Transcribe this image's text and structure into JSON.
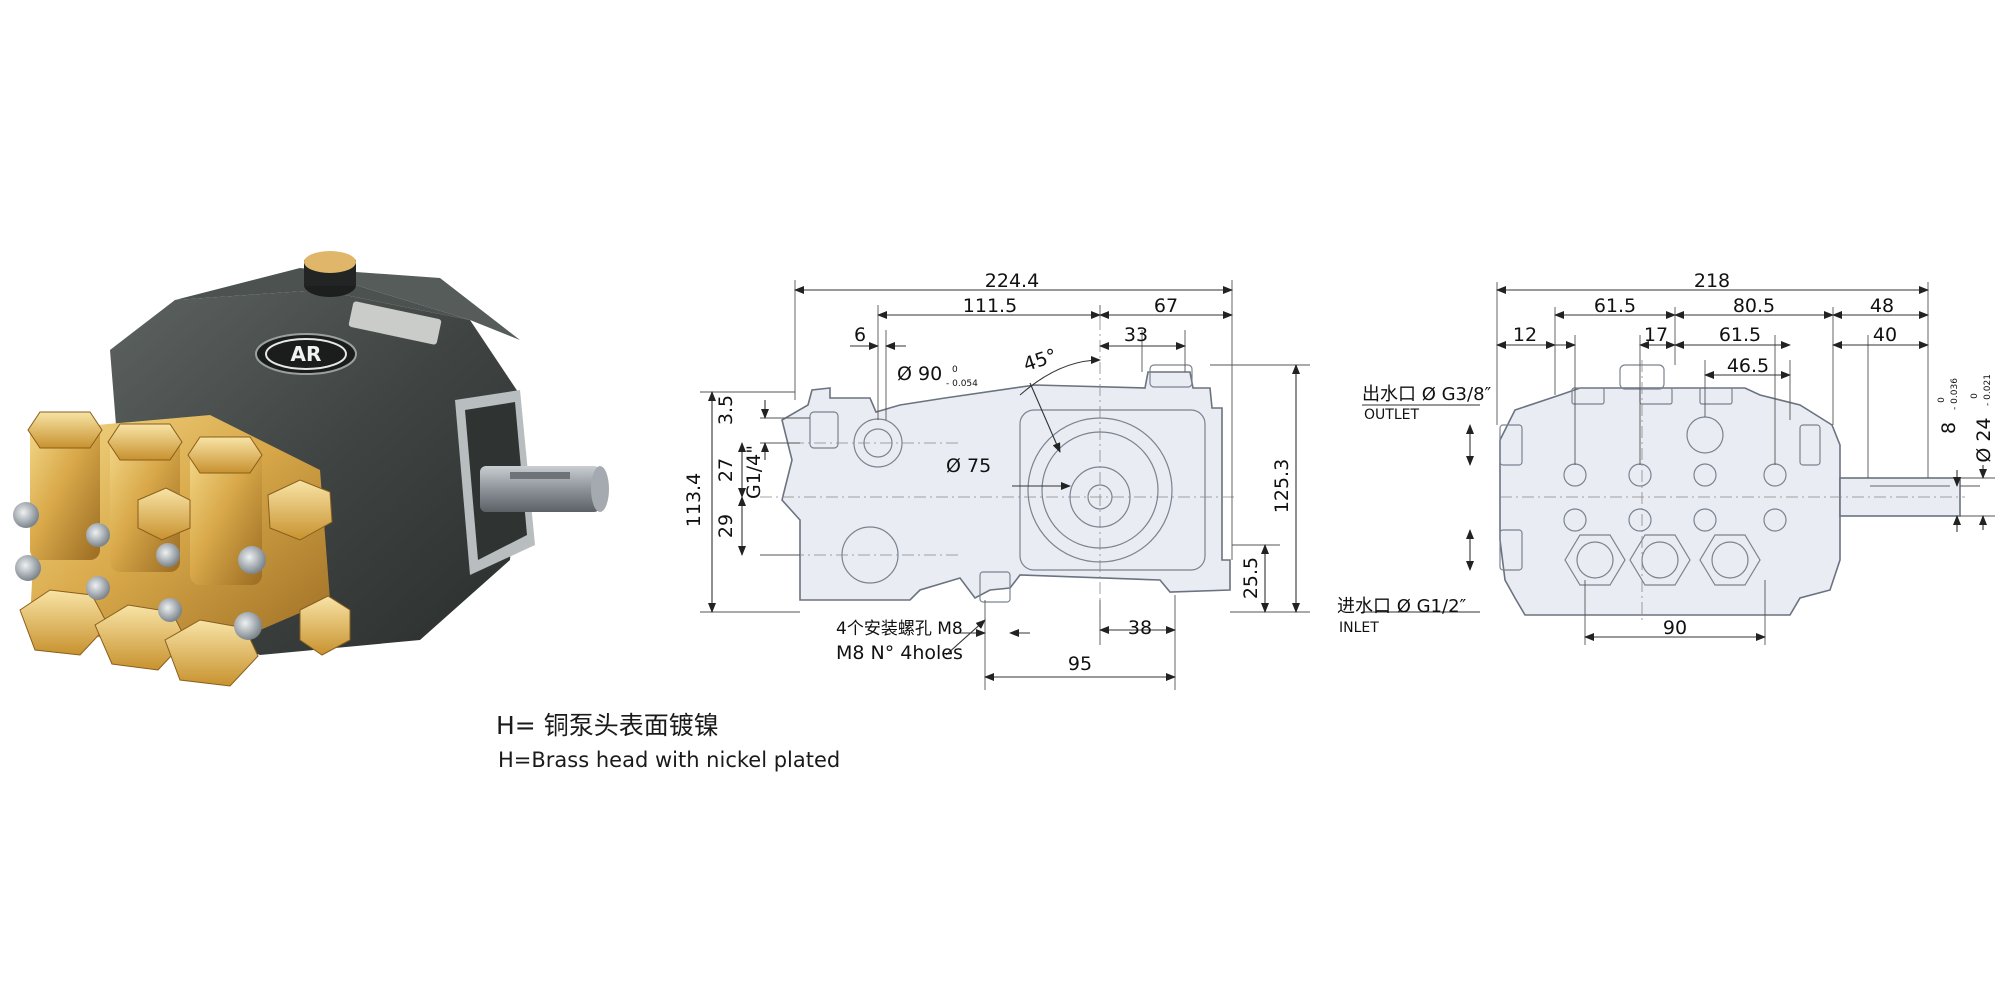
{
  "captions": {
    "chinese": "H= 铜泵头表面镀镍",
    "english": "H=Brass head with nickel plated"
  },
  "side_view": {
    "dims": {
      "overall_length": "224.4",
      "len_111": "111.5",
      "len_67": "67",
      "len_6": "6",
      "len_33": "33",
      "diameter_90": "Ø 90",
      "tol_90_upper": "0",
      "tol_90_lower": "- 0.054",
      "angle": "45°",
      "diameter_75": "Ø 75",
      "v_3_5": "3.5",
      "v_27": "27",
      "v_g14": "G1/4\"",
      "v_29": "29",
      "v_113": "113.4",
      "v_125": "125.3",
      "v_25_5": "25.5",
      "h_38": "38",
      "h_95": "95"
    },
    "mount_cn": "4个安装螺孔 M8",
    "mount_en": "M8 N° 4holes"
  },
  "front_view": {
    "dims": {
      "overall_width": "218",
      "w_61_5": "61.5",
      "w_80_5": "80.5",
      "w_48": "48",
      "w_12": "12",
      "w_17": "17",
      "w_61_5b": "61.5",
      "w_40": "40",
      "w_46_5": "46.5",
      "w_90": "90",
      "key_8": "8",
      "key_8_tol_up": "0",
      "key_8_tol_low": "- 0.036",
      "shaft_24": "Ø 24",
      "shaft_24_tol_up": "0",
      "shaft_24_tol_low": "- 0.021"
    },
    "outlet_cn": "出水口 Ø G3/8″",
    "outlet_en": "OUTLET",
    "inlet_cn": "进水口 Ø G1/2″",
    "inlet_en": "INLET"
  },
  "photo": {
    "logo_text": "AR"
  }
}
